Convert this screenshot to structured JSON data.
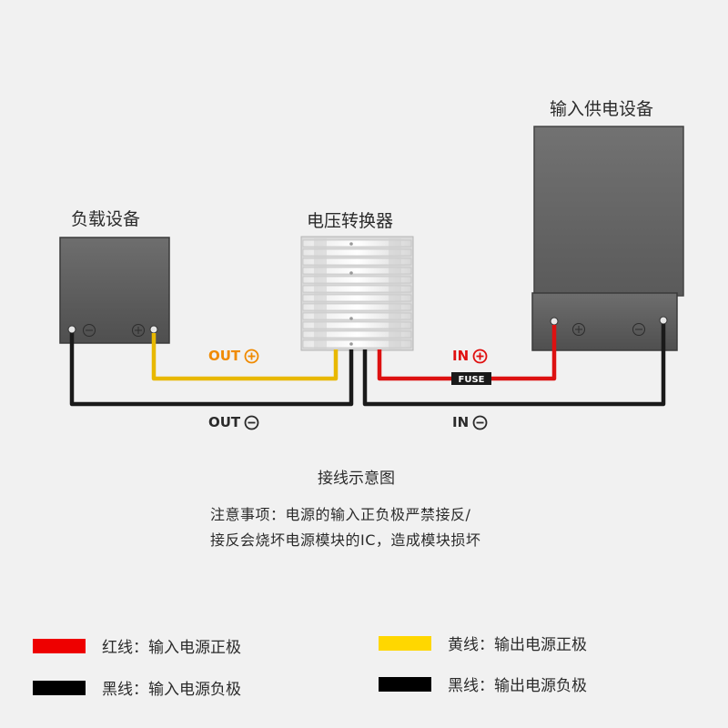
{
  "devices": {
    "load": "负载设备",
    "converter": "电压转换器",
    "supply": "输入供电设备"
  },
  "wires": {
    "out_pos": "OUT",
    "out_neg": "OUT",
    "in_pos": "IN",
    "in_neg": "IN",
    "fuse": "FUSE"
  },
  "caption": "接线示意图",
  "notes": [
    "注意事项：电源的输入正负极严禁接反/",
    "接反会烧坏电源模块的IC，造成模块损坏"
  ],
  "legend": [
    {
      "label": "红线：输入电源正极",
      "color": "#ee0000"
    },
    {
      "label": "黄线：输出电源正极",
      "color": "#ffd700"
    },
    {
      "label": "黑线：输入电源负极",
      "color": "#000000"
    },
    {
      "label": "黑线：输出电源负极",
      "color": "#000000"
    }
  ],
  "colors": {
    "red_wire": "#dd1111",
    "yellow_wire": "#e8b800",
    "black_wire": "#1a1a1a",
    "orange_text": "#f08a00",
    "red_text": "#e01010"
  }
}
